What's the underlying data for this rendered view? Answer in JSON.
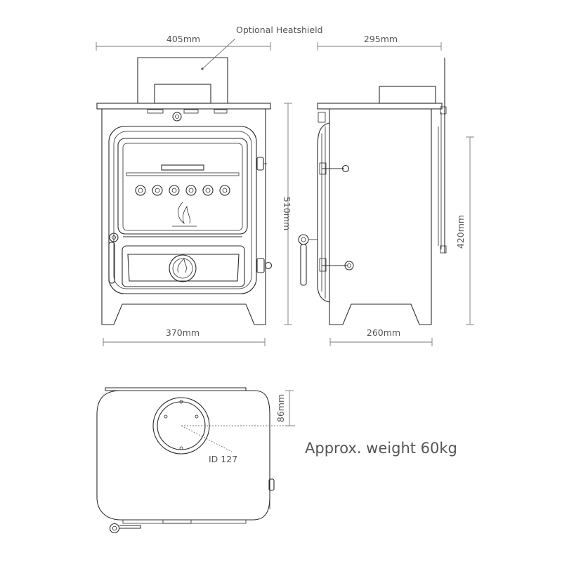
{
  "annotations": {
    "heatshield": "Optional Heatshield",
    "front_width_top": "405mm",
    "front_width_base": "370mm",
    "front_height": "510mm",
    "side_depth_top": "295mm",
    "side_depth_base": "260mm",
    "side_height": "420mm",
    "flue_offset": "86mm",
    "flue_diameter": "ID 127",
    "weight": "Approx. weight 60kg"
  }
}
